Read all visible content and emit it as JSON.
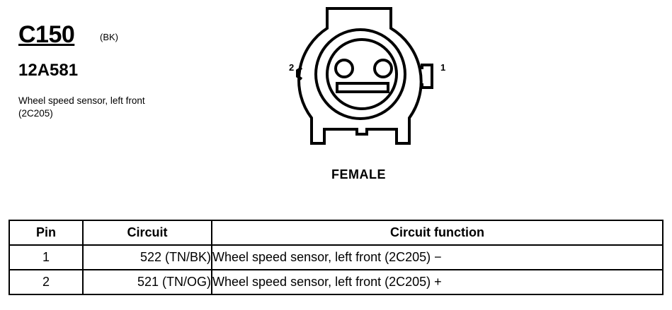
{
  "connector": {
    "id": "C150",
    "color_code": "(BK)",
    "part_number": "12A581",
    "description": "Wheel speed sensor, left front (2C205)"
  },
  "diagram": {
    "pin_labels": [
      "2",
      "1"
    ],
    "gender": "FEMALE"
  },
  "table": {
    "headers": [
      "Pin",
      "Circuit",
      "Circuit function"
    ],
    "rows": [
      {
        "pin": "1",
        "circuit": "522 (TN/BK)",
        "function": "Wheel speed sensor, left front (2C205) −"
      },
      {
        "pin": "2",
        "circuit": "521 (TN/OG)",
        "function": "Wheel speed sensor, left front (2C205) +"
      }
    ]
  }
}
